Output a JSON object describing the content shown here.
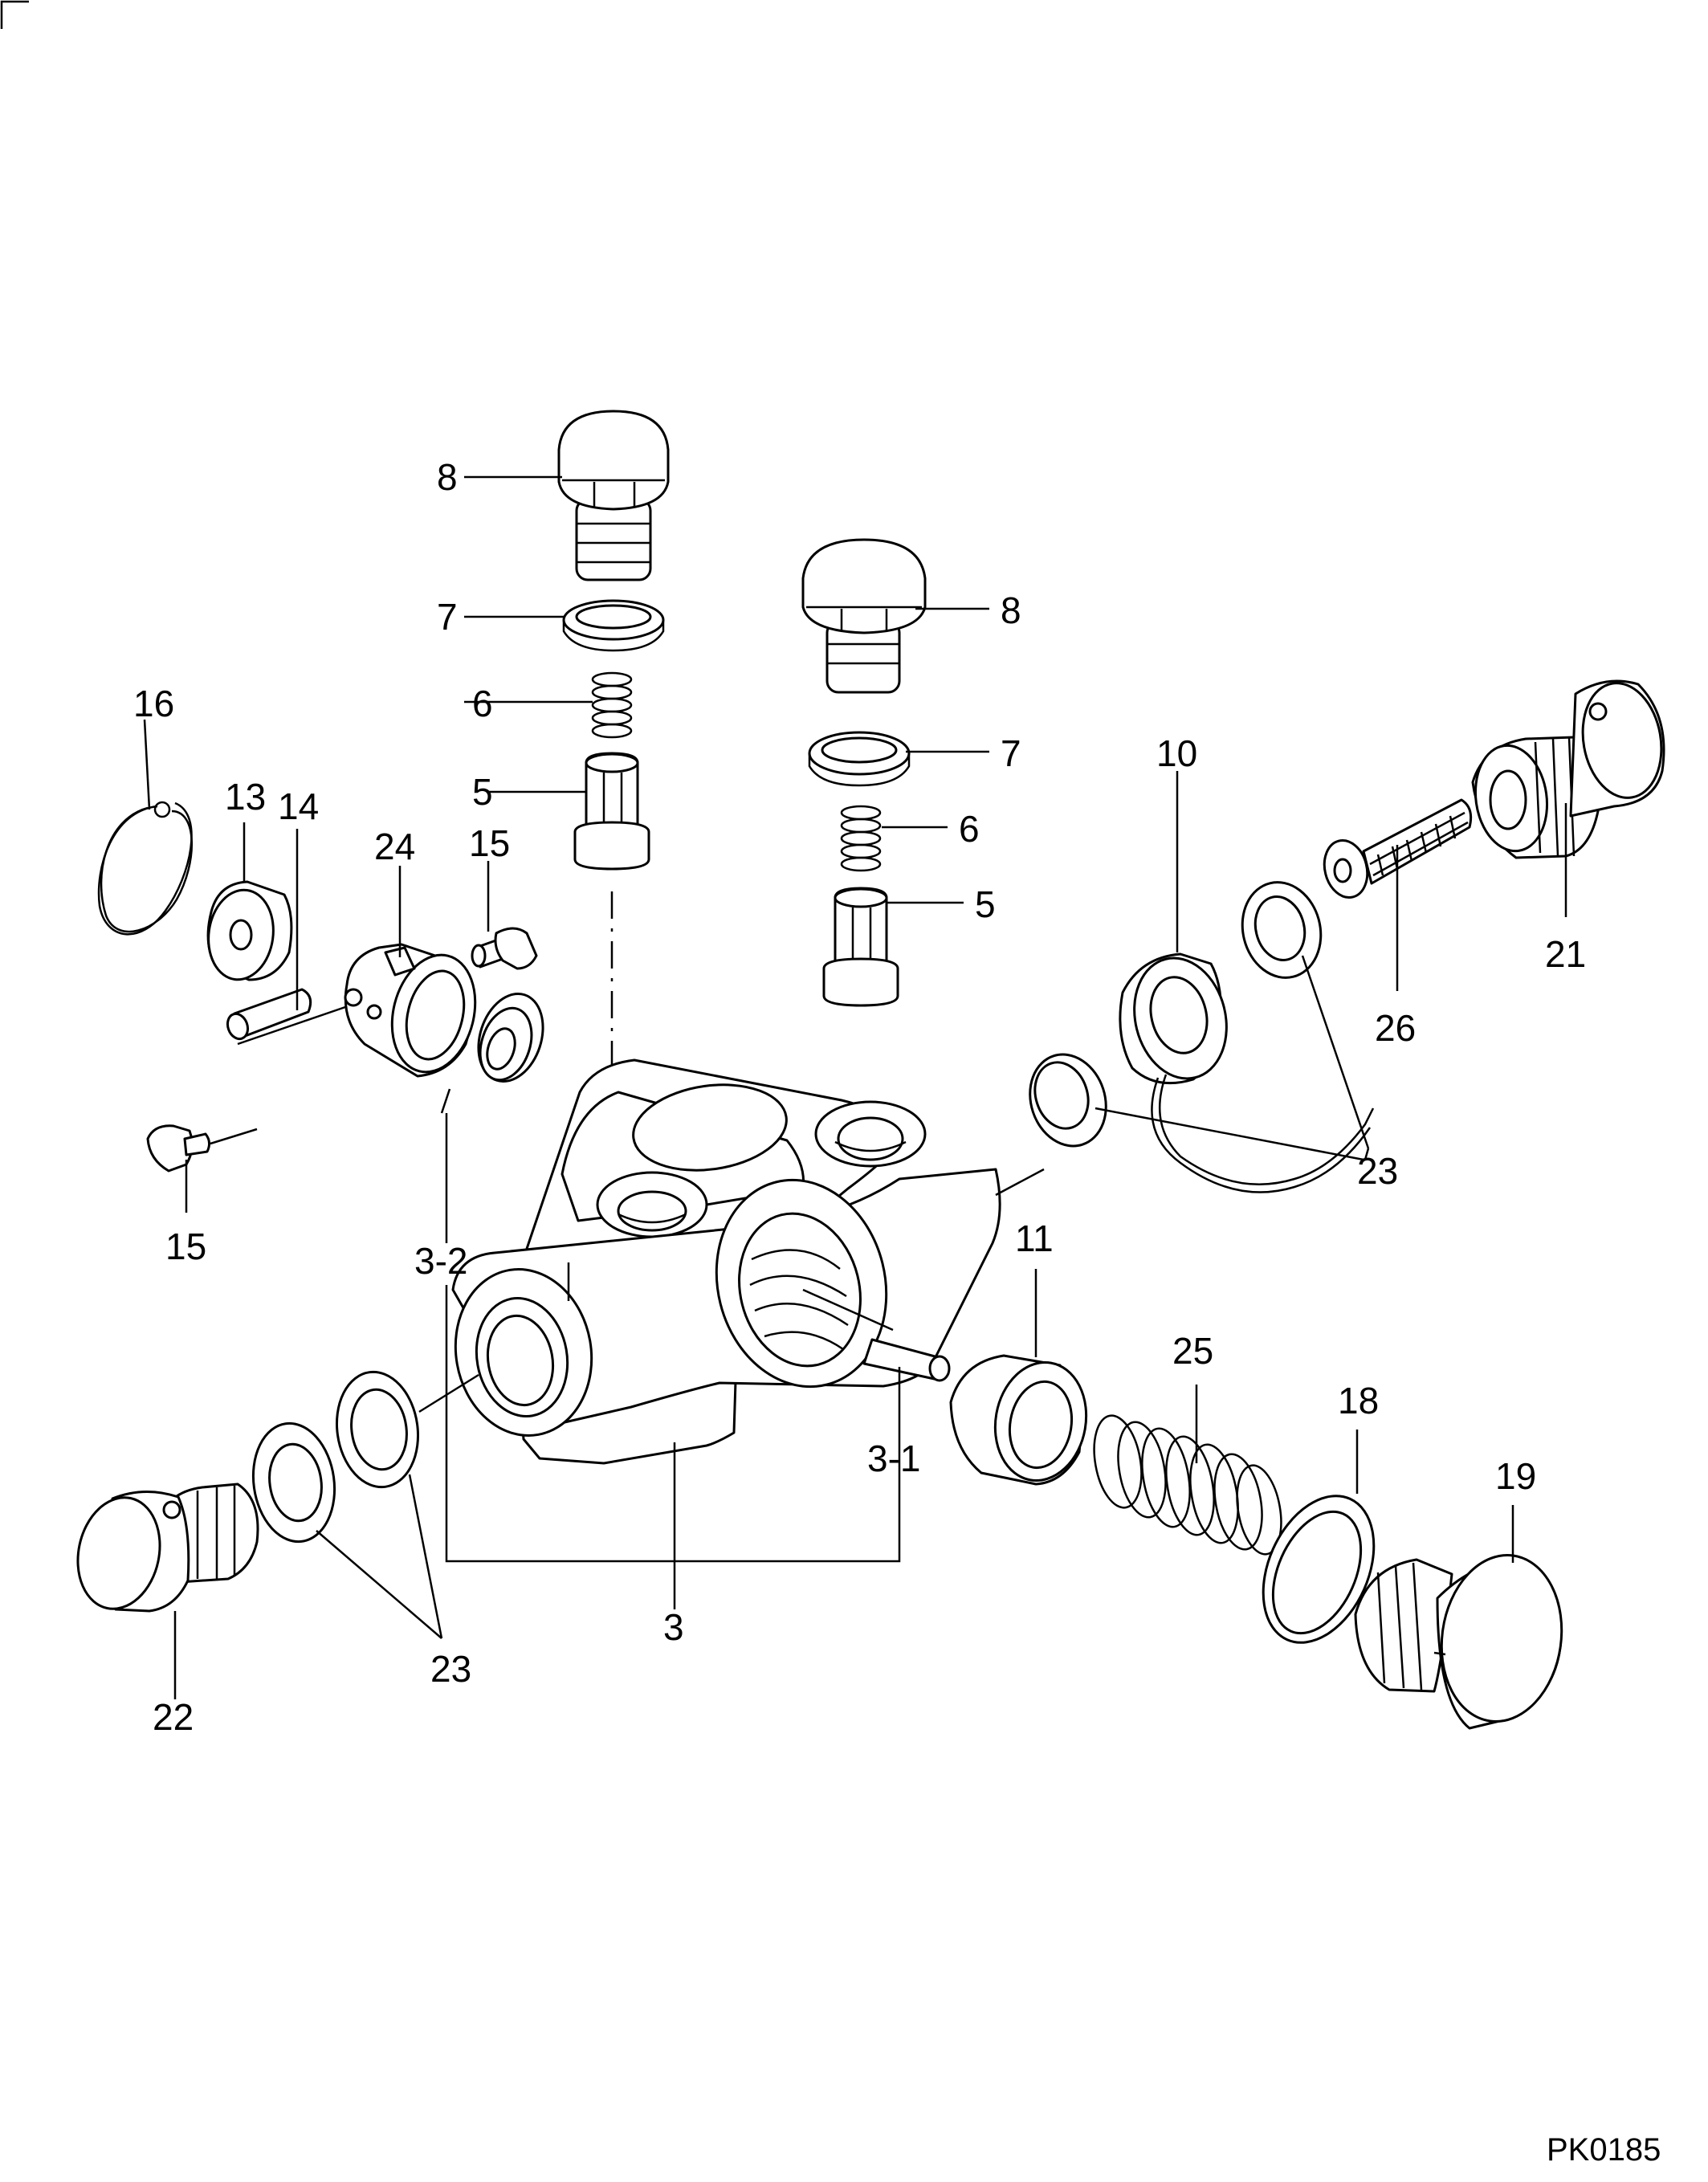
{
  "drawing_code": "PK0185",
  "labels": {
    "plug_8_top": "8",
    "washer_7_top": "7",
    "spring_6_top": "6",
    "valve_5_top": "5",
    "plug_8_mid": "8",
    "washer_7_mid": "7",
    "spring_6_mid": "6",
    "valve_5_mid": "5",
    "snap_ring_16": "16",
    "collar_13": "13",
    "pin_14": "14",
    "sleeve_24": "24",
    "screw_15_top": "15",
    "screw_15_bottom": "15",
    "seat_3_2": "3-2",
    "body_3": "3",
    "pin_3_1": "3-1",
    "seal_10": "10",
    "filter_26": "26",
    "plug_21": "21",
    "washers_23_right": "23",
    "piston_11": "11",
    "spring_25": "25",
    "washer_18": "18",
    "plug_19": "19",
    "plug_22": "22",
    "washers_23_left": "23"
  }
}
